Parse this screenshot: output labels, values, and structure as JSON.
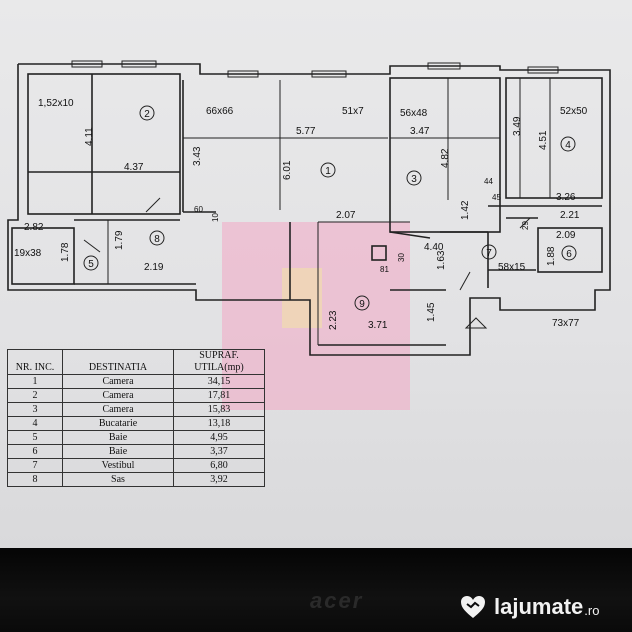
{
  "plan": {
    "dimensions": {
      "d1": "1,52x10",
      "d2": "66x66",
      "d3": "51x7",
      "d4": "56x48",
      "d5": "52x50",
      "d6": "4.11",
      "d7": "4.37",
      "d8": "5.77",
      "d9": "3.47",
      "d10": "3.43",
      "d11": "6.01",
      "d12": "4.82",
      "d13": "3.49",
      "d14": "4.51",
      "d15": "44",
      "d16": "45",
      "d17": "3.26",
      "d18": "2.82",
      "d19": "60",
      "d20": "10",
      "d21": "2.07",
      "d22": "1.42",
      "d23": "2.21",
      "d24": "19x38",
      "d25": "1.78",
      "d26": "1.79",
      "d27": "2.19",
      "d28": "29",
      "d29": "2.09",
      "d30": "4.40",
      "d31": "81",
      "d32": "30",
      "d33": "1.63",
      "d34": "58x15",
      "d35": "1.88",
      "d36": "2.23",
      "d37": "3.71",
      "d38": "1.45",
      "d39": "73x77"
    },
    "rooms": [
      "1",
      "2",
      "3",
      "4",
      "5",
      "6",
      "7",
      "8",
      "9"
    ]
  },
  "table": {
    "headers": {
      "nr": "NR. INC.",
      "dest": "DESTINATIA",
      "supraf": "SUPRAF. UTILA(mp)"
    },
    "rows": [
      {
        "nr": "1",
        "dest": "Camera",
        "supraf": "34,15"
      },
      {
        "nr": "2",
        "dest": "Camera",
        "supraf": "17,81"
      },
      {
        "nr": "3",
        "dest": "Camera",
        "supraf": "15,83"
      },
      {
        "nr": "4",
        "dest": "Bucatarie",
        "supraf": "13,18"
      },
      {
        "nr": "5",
        "dest": "Baie",
        "supraf": "4,95"
      },
      {
        "nr": "6",
        "dest": "Baie",
        "supraf": "3,37"
      },
      {
        "nr": "7",
        "dest": "Vestibul",
        "supraf": "6,80"
      },
      {
        "nr": "8",
        "dest": "Sas",
        "supraf": "3,92"
      }
    ]
  },
  "bezel": {
    "brand": "acer"
  },
  "watermark": {
    "name": "lajumate",
    "suffix": ".ro"
  },
  "colors": {
    "highlight": "#f2a8c4"
  }
}
